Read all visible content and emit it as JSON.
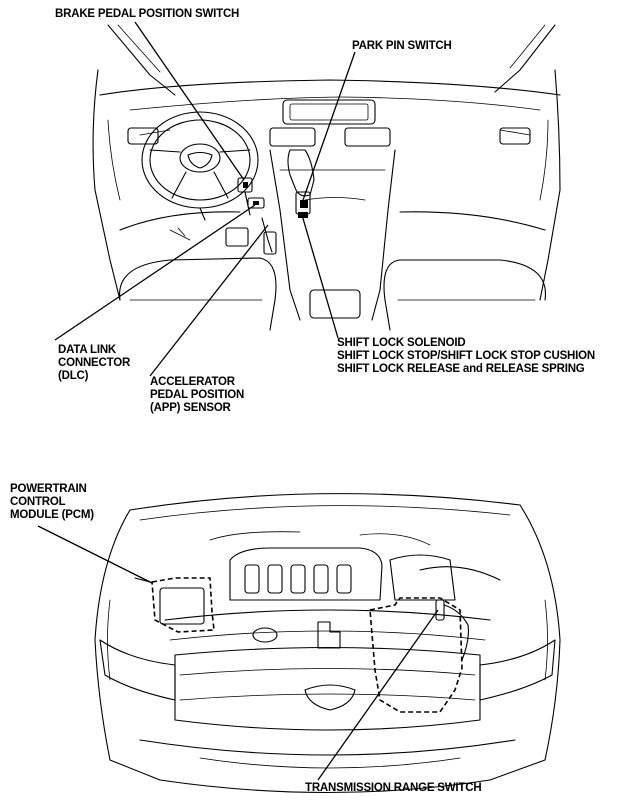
{
  "labels": {
    "brake_pedal_position_switch": "BRAKE PEDAL POSITION SWITCH",
    "park_pin_switch": "PARK PIN SWITCH",
    "dlc": [
      "DATA LINK",
      "CONNECTOR",
      "(DLC)"
    ],
    "app_sensor": [
      "ACCELERATOR",
      "PEDAL POSITION",
      "(APP) SENSOR"
    ],
    "shift_lock": [
      "SHIFT LOCK SOLENOID",
      "SHIFT LOCK STOP/SHIFT LOCK STOP CUSHION",
      "SHIFT LOCK RELEASE and RELEASE SPRING"
    ],
    "pcm": [
      "POWERTRAIN",
      "CONTROL",
      "MODULE (PCM)"
    ],
    "transmission_range_switch": "TRANSMISSION RANGE SWITCH"
  }
}
